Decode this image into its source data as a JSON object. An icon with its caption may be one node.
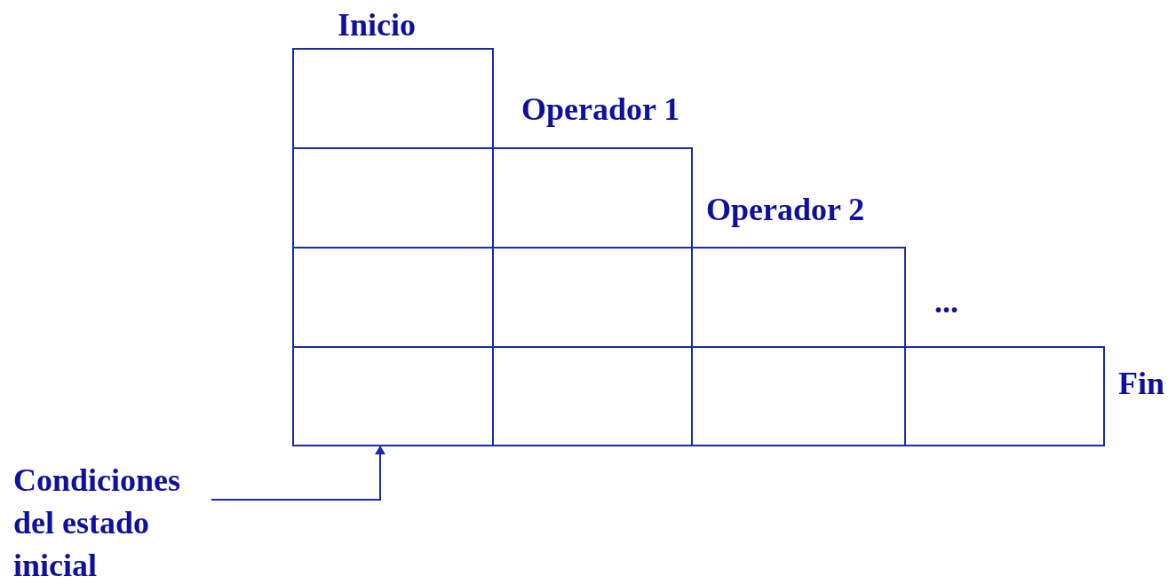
{
  "diagram": {
    "nodes": [
      {
        "text": [
          "Condiciones del estado inicial"
        ]
      },
      {
        "text": [],
        "shape": "box"
      }
    ],
    "edges": [
      {
        "from": 0,
        "to": 1,
        "arrow": "to"
      }
    ],
    "labels": [
      "Inicio",
      "Operador 1",
      "Operador 2",
      "...",
      "Fin"
    ]
  }
}
